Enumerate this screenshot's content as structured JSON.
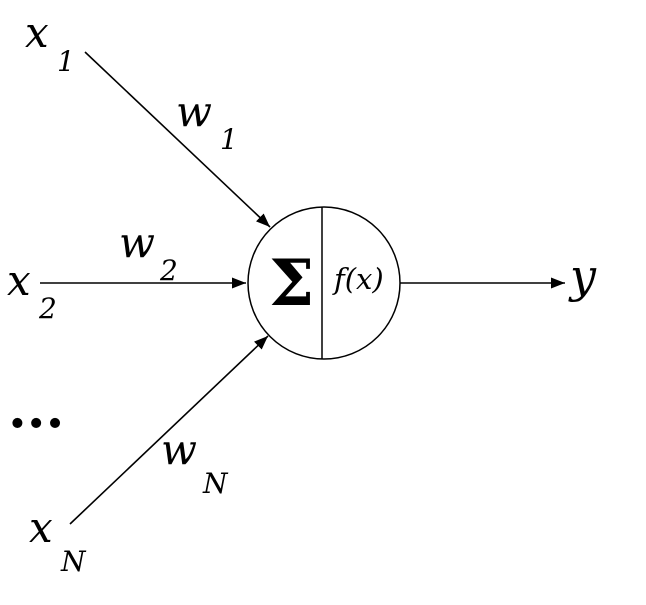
{
  "diagram": {
    "inputs": {
      "x1": {
        "base": "x",
        "sub": "1"
      },
      "x2": {
        "base": "x",
        "sub": "2"
      },
      "xN": {
        "base": "x",
        "sub": "N"
      },
      "ellipsis": "..."
    },
    "weights": {
      "w1": {
        "base": "w",
        "sub": "1"
      },
      "w2": {
        "base": "w",
        "sub": "2"
      },
      "wN": {
        "base": "w",
        "sub": "N"
      }
    },
    "neuron": {
      "summation": "Σ",
      "activation": "f(x)"
    },
    "output": {
      "label": "y"
    },
    "colors": {
      "ink": "#000000",
      "background": "#ffffff"
    }
  }
}
